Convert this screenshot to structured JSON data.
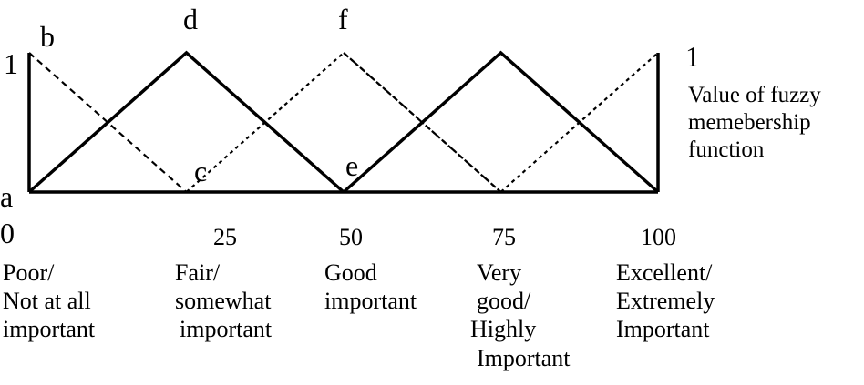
{
  "points": {
    "a": "a",
    "b": "b",
    "c": "c",
    "d": "d",
    "e": "e",
    "f": "f"
  },
  "y_max_left": "1",
  "y_max_right": "1",
  "y_axis_note": [
    "Value of fuzzy",
    "memebership",
    "function"
  ],
  "ticks": [
    "0",
    "25",
    "50",
    "75",
    "100"
  ],
  "tick_values": [
    0,
    25,
    50,
    75,
    100
  ],
  "categories": [
    [
      "Poor/",
      "Not at all",
      "important"
    ],
    [
      "Fair/",
      "somewhat",
      "important"
    ],
    [
      "Good",
      "important"
    ],
    [
      "Very",
      "good/",
      "Highly",
      "Important"
    ],
    [
      "Excellent/",
      "Extremely",
      "Important"
    ]
  ],
  "membership_functions": [
    {
      "points": [
        [
          0,
          0
        ],
        [
          0,
          1
        ],
        [
          0,
          0
        ]
      ],
      "style": "solid"
    },
    {
      "points": [
        [
          0,
          1
        ],
        [
          25,
          0
        ]
      ],
      "style": "dashed"
    },
    {
      "points": [
        [
          0,
          0
        ],
        [
          25,
          1
        ],
        [
          50,
          0
        ]
      ],
      "style": "solid"
    },
    {
      "points": [
        [
          25,
          0
        ],
        [
          50,
          1
        ],
        [
          75,
          0
        ]
      ],
      "style": "dotted"
    },
    {
      "points": [
        [
          50,
          0
        ],
        [
          75,
          1
        ],
        [
          100,
          0
        ]
      ],
      "style": "solid"
    },
    {
      "points": [
        [
          50,
          1
        ],
        [
          75,
          0
        ]
      ],
      "style": "dashed"
    },
    {
      "points": [
        [
          75,
          0
        ],
        [
          100,
          1
        ]
      ],
      "style": "dotted"
    },
    {
      "points": [
        [
          100,
          0
        ],
        [
          100,
          1
        ]
      ],
      "style": "solid"
    }
  ],
  "baseline": {
    "points": [
      [
        0,
        0
      ],
      [
        100,
        0
      ]
    ],
    "style": "solid"
  }
}
